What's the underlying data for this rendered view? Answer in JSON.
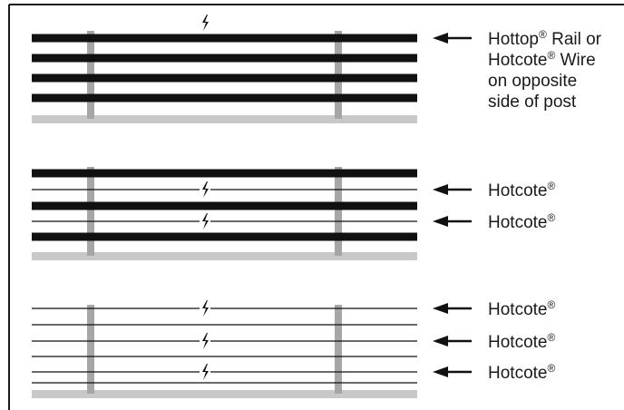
{
  "colors": {
    "background": "#ffffff",
    "frame": "#1a1a1a",
    "post": "#a6a6a6",
    "ground": "#c8c8c8",
    "rail": "#111111",
    "wire": "#111111",
    "arrow": "#111111",
    "text": "#1a1a1a"
  },
  "icons": {
    "electric": "lightning-bolt-icon",
    "pointer": "left-arrow-icon"
  },
  "panels": [
    {
      "name": "rail-fence",
      "strands": [
        "rail",
        "rail",
        "rail",
        "rail"
      ],
      "electrified": [
        0
      ],
      "labels": [
        {
          "strand": 0,
          "lines": [
            [
              {
                "t": "Hottop"
              },
              {
                "t": "®",
                "sup": true
              },
              {
                "t": " Rail or"
              }
            ],
            [
              {
                "t": "Hotcote"
              },
              {
                "t": "®",
                "sup": true
              },
              {
                "t": " Wire"
              }
            ],
            [
              {
                "t": "on opposite"
              }
            ],
            [
              {
                "t": "side of post"
              }
            ]
          ]
        }
      ]
    },
    {
      "name": "rail-and-wire-fence",
      "strands": [
        "rail",
        "wire",
        "rail",
        "wire",
        "rail"
      ],
      "electrified": [
        1,
        3
      ],
      "labels": [
        {
          "strand": 1,
          "lines": [
            [
              {
                "t": "Hotcote"
              },
              {
                "t": "®",
                "sup": true
              }
            ]
          ]
        },
        {
          "strand": 3,
          "lines": [
            [
              {
                "t": "Hotcote"
              },
              {
                "t": "®",
                "sup": true
              }
            ]
          ]
        }
      ]
    },
    {
      "name": "wire-fence",
      "strands": [
        "wire",
        "wire",
        "wire",
        "wire",
        "wire",
        "wire"
      ],
      "electrified": [
        0,
        2,
        4
      ],
      "labels": [
        {
          "strand": 0,
          "lines": [
            [
              {
                "t": "Hotcote"
              },
              {
                "t": "®",
                "sup": true
              }
            ]
          ]
        },
        {
          "strand": 2,
          "lines": [
            [
              {
                "t": "Hotcote"
              },
              {
                "t": "®",
                "sup": true
              }
            ]
          ]
        },
        {
          "strand": 4,
          "lines": [
            [
              {
                "t": "Hotcote"
              },
              {
                "t": "®",
                "sup": true
              }
            ]
          ]
        }
      ]
    }
  ]
}
